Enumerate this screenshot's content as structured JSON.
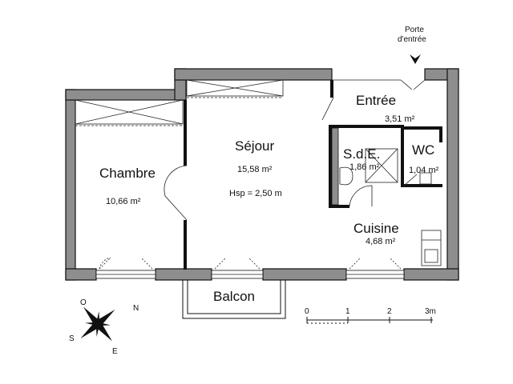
{
  "rooms": {
    "entree": {
      "name": "Entrée",
      "area": "3,51 m²"
    },
    "sejour": {
      "name": "Séjour",
      "area": "15,58 m²",
      "height": "Hsp = 2,50  m"
    },
    "chambre": {
      "name": "Chambre",
      "area": "10,66 m²"
    },
    "sde": {
      "name": "S.d.E.",
      "area": "1,86 m²"
    },
    "wc": {
      "name": "WC",
      "area": "1,04 m²"
    },
    "cuisine": {
      "name": "Cuisine",
      "area": "4,68 m²"
    },
    "balcon": {
      "name": "Balcon"
    }
  },
  "door": {
    "line1": "Porte",
    "line2": "d'entrée"
  },
  "compass": {
    "north": "N",
    "south": "S",
    "east": "E",
    "west": "O"
  },
  "scale": {
    "ticks": [
      "0",
      "1",
      "2",
      "3m"
    ]
  },
  "colors": {
    "wall": "#8e8e8e",
    "line": "#111111"
  }
}
